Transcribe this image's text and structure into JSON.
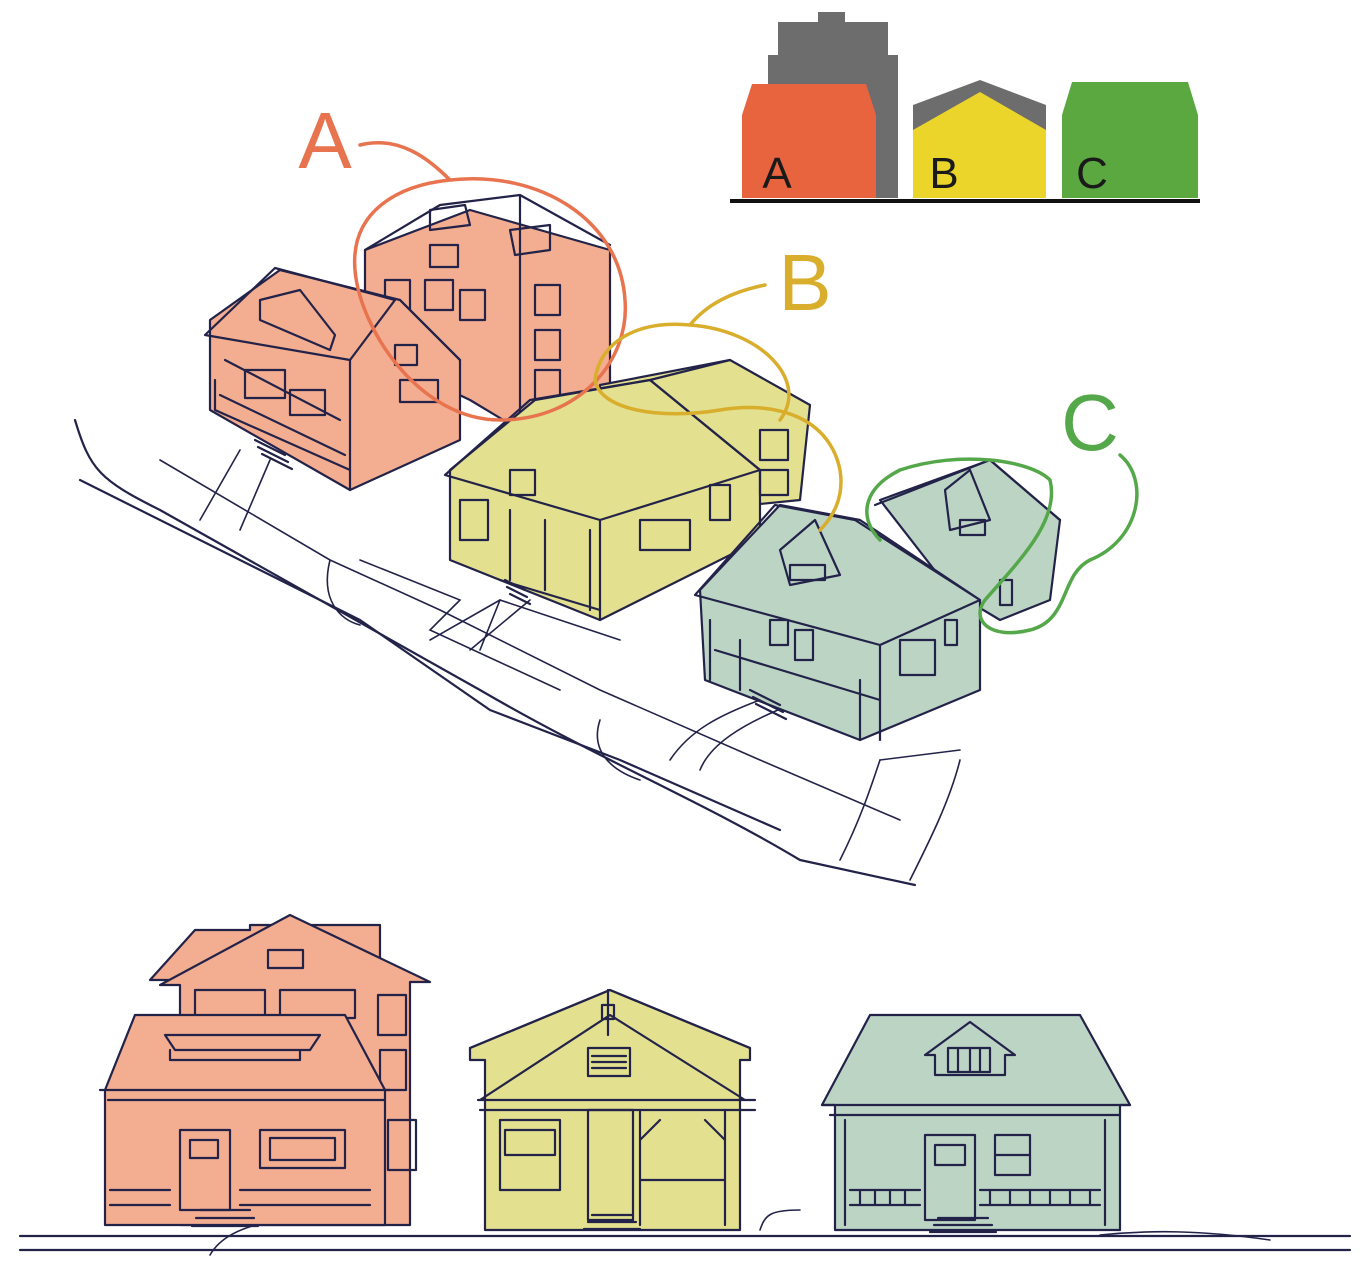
{
  "legend": {
    "labels": [
      "A",
      "B",
      "C"
    ],
    "colors": {
      "A": "#e8643f",
      "B": "#ecd52a",
      "C": "#5aa83f",
      "existing": "#6d6d6d"
    }
  },
  "callouts": {
    "A": "A",
    "B": "B",
    "C": "C"
  },
  "colors": {
    "A_fill": "#f3ad90",
    "B_fill": "#e3e08f",
    "C_fill": "#bcd4c4",
    "A_callout": "#e8734f",
    "B_callout": "#d8ae2c",
    "C_callout": "#55a84a",
    "ink": "#23234a"
  }
}
